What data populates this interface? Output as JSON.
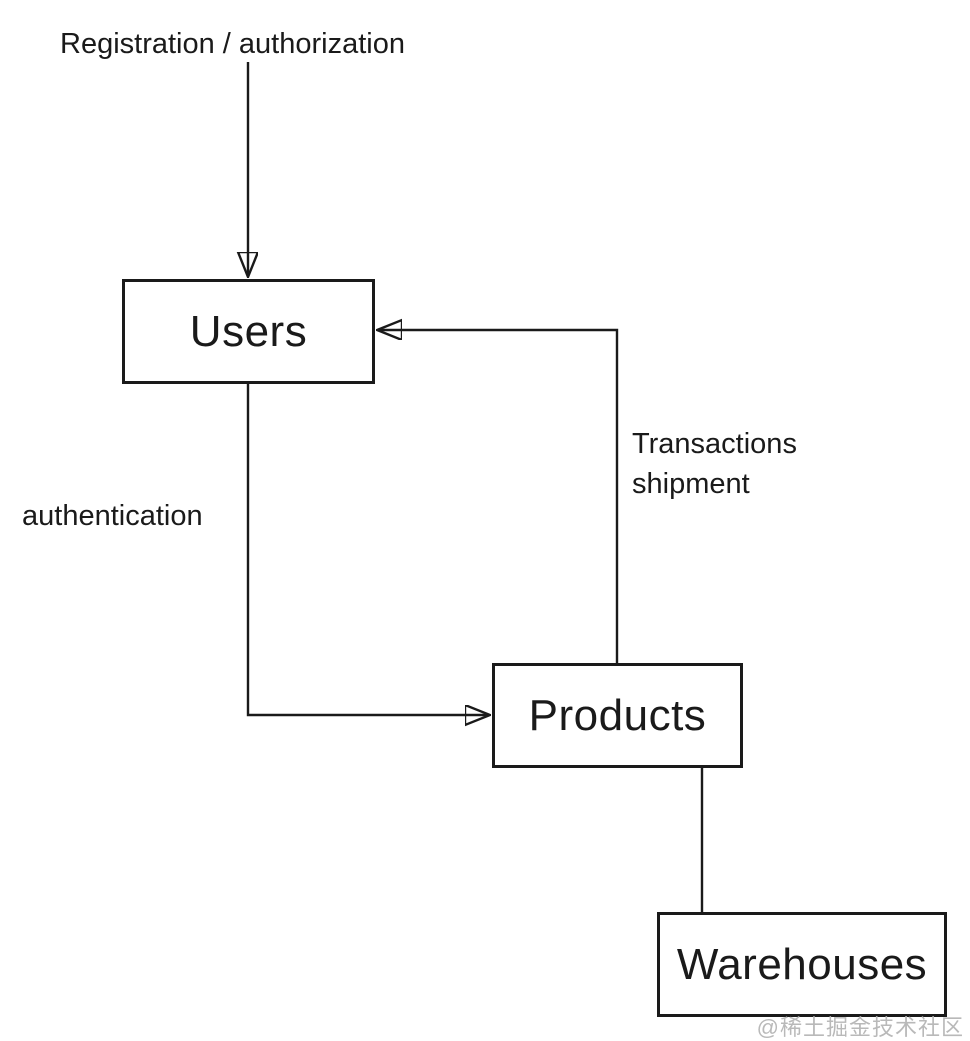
{
  "diagram": {
    "nodes": {
      "users": {
        "label": "Users"
      },
      "products": {
        "label": "Products"
      },
      "warehouses": {
        "label": "Warehouses"
      }
    },
    "edge_labels": {
      "registration": "Registration / authorization",
      "authentication": "authentication",
      "transactions_line1": "Transactions",
      "transactions_line2": "shipment"
    },
    "colors": {
      "line": "#1a1a1a",
      "node_border": "#1a1a1a",
      "background": "#ffffff",
      "watermark": "#b9b9b9"
    }
  },
  "watermark": {
    "text": "@稀土掘金技术社区"
  }
}
